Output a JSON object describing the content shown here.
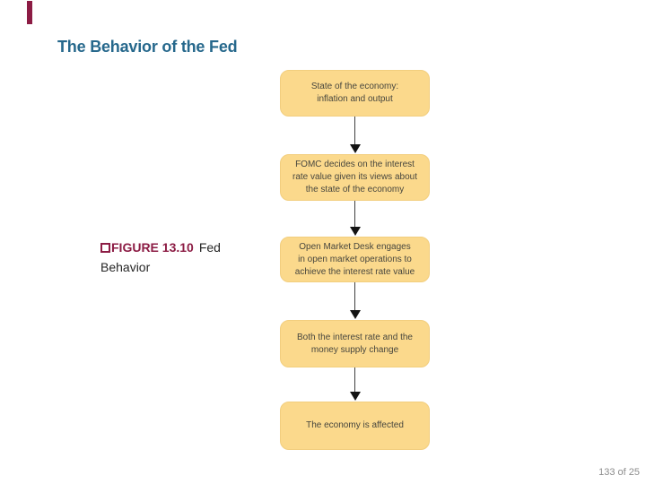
{
  "slide": {
    "title": "The Behavior of the Fed",
    "page_indicator": "133 of 25"
  },
  "figure_caption": {
    "label": "FIGURE 13.10",
    "title": "Fed Behavior"
  },
  "flowchart": {
    "boxes": [
      {
        "lines": [
          "State of the economy:",
          "inflation and output"
        ]
      },
      {
        "lines": [
          "FOMC decides on the interest",
          "rate value given its views about",
          "the state of the economy"
        ]
      },
      {
        "lines": [
          "Open Market Desk engages",
          "in open market operations to",
          "achieve the interest rate value"
        ]
      },
      {
        "lines": [
          "Both the interest rate and the",
          "money supply change"
        ]
      },
      {
        "lines": [
          "The economy is affected"
        ]
      }
    ]
  },
  "colors": {
    "title": "#26688C",
    "accent_maroon": "#8C1C44",
    "box_fill": "#FBD98C",
    "box_border": "#F2CE7E",
    "box_text": "#47463E",
    "arrow": "#131313",
    "page_indicator": "#8C8C8C"
  }
}
